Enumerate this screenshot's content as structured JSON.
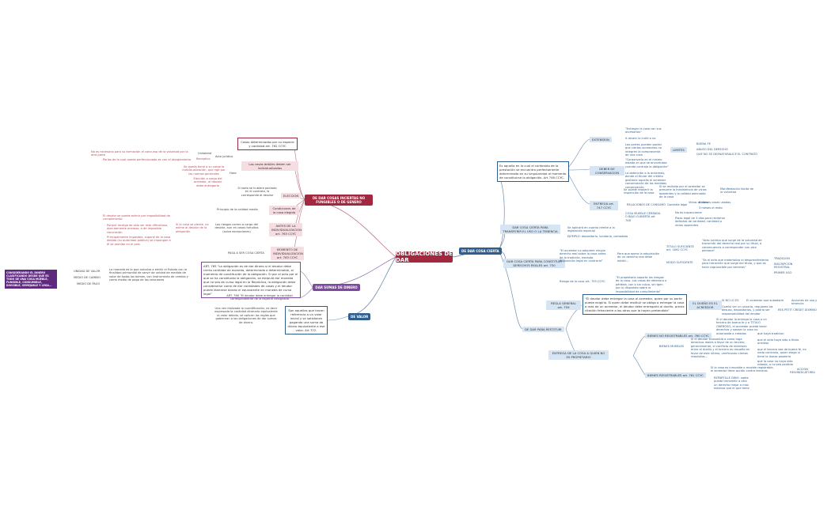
{
  "center": "OBLIGACIONES DE DAR",
  "left": {
    "incierta": {
      "title": "DE DAR COSAS INCIERTAS NO FUNGIBLES O DE GENERO",
      "cosas_det": "Cosas determinadas por su especie y cantidad art. 762 CCYC",
      "las_cosas": "Las cosas debiles deben ser individualizadas",
      "acto_juridico": "Acto jurídico",
      "unilateral": "Unilateral",
      "receptico": "Receptico",
      "unilateral_txt": "No es necesario para su formación el concurso de la voluntad por la otra parte",
      "receptico_txt": "Porlos de la cual queda perfeccionado es con el otorgamiento",
      "hora": "Hora",
      "hora_txt1": "Se queda tiene a su cargo la individualización, que rige por las normas generales",
      "hora_txt2": "Elección a cargo del acreedor, el deudor debe entregarlo",
      "eleccion": "ELECCION",
      "eleccion_txt": "Si nada se hubiera pactado en el contrato, la corresponde al deudor",
      "condiciones": "Condiciones de la cosa elegida",
      "principio": "Principio de la calidad media",
      "antes": "ANTES DE LA INDIVIDUALIZACION art. 763 CCYC",
      "riesgos": "Los riesgos corren a cargo del deudor, aun en casos fortuitos (salvo excepciones)",
      "riesgos_side": "Si la cosa se pierde, no exime al deudor de la obligación",
      "rt1": "El deudor se puede eximir por imposibilidad de cumplimiento",
      "rt2": "Porque recaiga de sólo ser más dificultosa, ejecutamente onerosa, o de imposible concreción",
      "rt3": "Principalmente imposible, supone de la cosa debida (su autoridad pública) se impongan a él se prohibe en el país",
      "momento": "MOMENTO DE INDIVIDUALIZACION art. 763 CCYC",
      "para": "PASA A SER COSA CIERTA"
    },
    "dinero": {
      "title": "DAR SUMAS DE DINERO",
      "art765": "ART. 765 \"La obligación es de dar dinero si el deudor debe cierta cantidad de moneda, determinada o determinable, al momento de constitución de la obligación. Si por el acto por el que se ha constituido la obligación, se estipuló dar moneda que no sea de curso legal en la República, la obligación debe considerarse como de dar cantidades de cosas y el deudor puede liberarse dando el equivalente en moneda de curso legal\"",
      "art766": "ART. 766 \"El deudor debe entregar la cantidad correspondiente de la especie designada",
      "la_moneda": "La moneda es la que autoriza a emitir el Estado con la finalidad primordial de servir de unidad de medida de valor de todos los bienes, con instrumento de cambio y como medio de pago de las relaciones",
      "unidad": "UNIDAD DE VALOR",
      "medio_cambio": "MEDIO DE CAMBIO",
      "medio_pago": "MEDIO DE PAGO",
      "tag": "CONSIDERANDO EL DINERO CLASIFICANDO DESDE QUE ES TODO DE UNA COSA MUEBLE, FUNGIBLE, CONSUMIBLE, DIVISIBLE, SEMEJABLE Y LEGA..."
    },
    "valor": {
      "title": "DE VALOR",
      "box": "Son aquellas que hacen referencia a un valor inicial y se satisfacen pagando una suma de dinero equivalente a ese valor. Art 772.",
      "desc": "Una vez realizada la cuantificación, es decir expresada la cantidad dinerario equivalente al valor debido, se aplican las reglas que gobiernan a las obligaciones de dar sumas de dinero."
    }
  },
  "right": {
    "cierta": {
      "title": "DE DAR COSA CIERTA",
      "def": "Es aquella en la cual el contenido de la prestación se encuentra perfectamente determinado en su singularidad al momento de constituirse la obligación. Art 746 CCYC.",
      "extension": "EXTENSION",
      "ext1": "\"Entregar la cosa con sus accesorios\"",
      "ext2": "A recaer lo inútil o no",
      "ext3": "Las partes pueden pactar que ciertos accesorios no integren la compraventa de una cosa",
      "limites": "LIMITES",
      "lim1": "BUENA FE",
      "lim2": "ABUSO DEL DERECHO",
      "lim3": "QUE NO SE DESNATURALICE EL CONTRATO",
      "conservacion": "DEBER DE CONSERVACION",
      "cons1": "\"Conservarla en el mismo estado en que se encontraba cuando contrajo la obligación\"",
      "cons2": "La obtención a la anticresis, donde el titular del crédito gestiona aquello el acreedor conservación de las medidas conservación",
      "entrega": "ENTREGA art. 747 CCYC",
      "ent1": "Se puede requerir la inspección de la cosa",
      "ent1b": "Si se recibida por el acreedor se presume la inexistencia de vicios aparentes y la calidad adecuada de la cosa",
      "ent1c": "Manifestación tácita de la voluntad",
      "relaciones": "RELACIONES DE CONSUMO",
      "rel1": "Garantía legal",
      "rel2": "Vicios ocultos",
      "rel3": "6 meses cosas usadas",
      "rel4": "3 meses el resto",
      "mueble": "COSA MUEBLE CERRADA O BAJO CUBIERTA art 748",
      "mue1": "No es inspeccionar",
      "mue2": "Plazo legal de 3 días para reclamar defectos de cantidad, cantidad o vicios aparentes"
    },
    "transferir": {
      "title": "DAR COSA CIERTA PARA TRANSFERIR EL USO O LA TENENCIA",
      "t1": "Se aplicará en cuanto remite a la legislación especial",
      "t2": "EJEMPLO: depositario, locatario, comodato"
    },
    "reales": {
      "title": "DAR COSA CIERTA PARA CONSTITUIR DERECHOS REALES art. 750",
      "r1": "\"El acreedor no adquiere ningún derecho real sobre la cosa antes de la tradición, excepto disposición legal en contrario\"",
      "r2": "Para que opera la adquisición de un derecho real debe existir...",
      "titulo": "TITULO SUFICIENTE art. 1892 CCYC",
      "titulo_txt": "\"Acto jurídico que surge de la voluntad de transmitir del derecho real por su título, a consecuencia a corresponder con otra persona\"",
      "modo": "MODO SUFICIENTE",
      "modo_txt": "\"Es el acto que materializa el desprendimiento para transmitir que surge del título, y que es hace cognoscible por terceros\"",
      "m1": "TRADICION",
      "m2": "INSCRIPCION REGISTRAL",
      "m3": "PRIMER USO",
      "riesgo": "Riesgo de la cosa art. 755 CCYC",
      "riesgo_txt": "\"El propietario soporta los riesgos de la cosa. Los casos de deterioro o pérdida, con o sin culpa, se rigen por lo dispuesto sobre la imposibilidad de cumplimiento\""
    },
    "restituir": {
      "title": "DE DAR PARA RESTITUIR",
      "regla": "REGLA GENERAL art. 759",
      "regla_txt": "\"El deudor debe entregar la cosa al acreedor, quien por su parte puede exigirla. Si quien debe restituir se obligo a entregar la cosa a mas de un acreedor, el deudor debe entregarla al dueño, previa citación fehaciente a los otros que la hayan pretendido\"",
      "dueno": "EL DUEÑO ES EL ACREEDOR",
      "d1": "SI NO LO ES",
      "d2": "El acreedor que subadstre",
      "d3": "Acciones de uso y tenencia",
      "d4": "Comisí ver un usuario, regulares los desuso, depositarios, y podria ser responsabilidad del deudor",
      "d5": "RES PETIT CREDIT DOMINO",
      "entrega_title": "ENTREGA DE LA COSA A QUIEN NO ES PROPIETARIO",
      "bienes_no": "BIENES NO REGISTRABLES art. 760 CCYC",
      "bn1": "Si el deudor la entrega la cosa a un tercero de buena fe y a TITULO ONEROSO, el acreedor puede tener derechos y sanear la cosa no autorizada a creados",
      "bienes_muebles": "BIENES MUEBLES",
      "bm1": "Si el deudor transmitió a como fuga derechos reales a favor de un tercero, generalmente, el conflicto de intereses entre el dueño y el tercero es resuelto en favor de este último, verificando ciertos requisitos...",
      "q1": "que haya tradicion",
      "q2": "que el acto haya sido a título oneroso",
      "q3": "que el tercero sea de buena fe, en nada contrario, quien elegir si tiene la dueza poseeria",
      "q4": "que la cosa no haya sido robada, o no sea perdida",
      "bienes_reg": "BIENES REGISTRABLES art. 761 CCYC",
      "br1": "Si la cosa es inmueble o mueble registrable, el acreedor tiene acción contra terceros",
      "br2": "ACCION REIVINDICATORIA",
      "br3": "REPARTILLE DINO: nadie puede transmitir a otro un derecho mejor o mas extenso que el que tiene"
    }
  },
  "colors": {
    "red": "#a2283f",
    "purple": "#7b4a9a",
    "blue": "#2f5d8c"
  }
}
